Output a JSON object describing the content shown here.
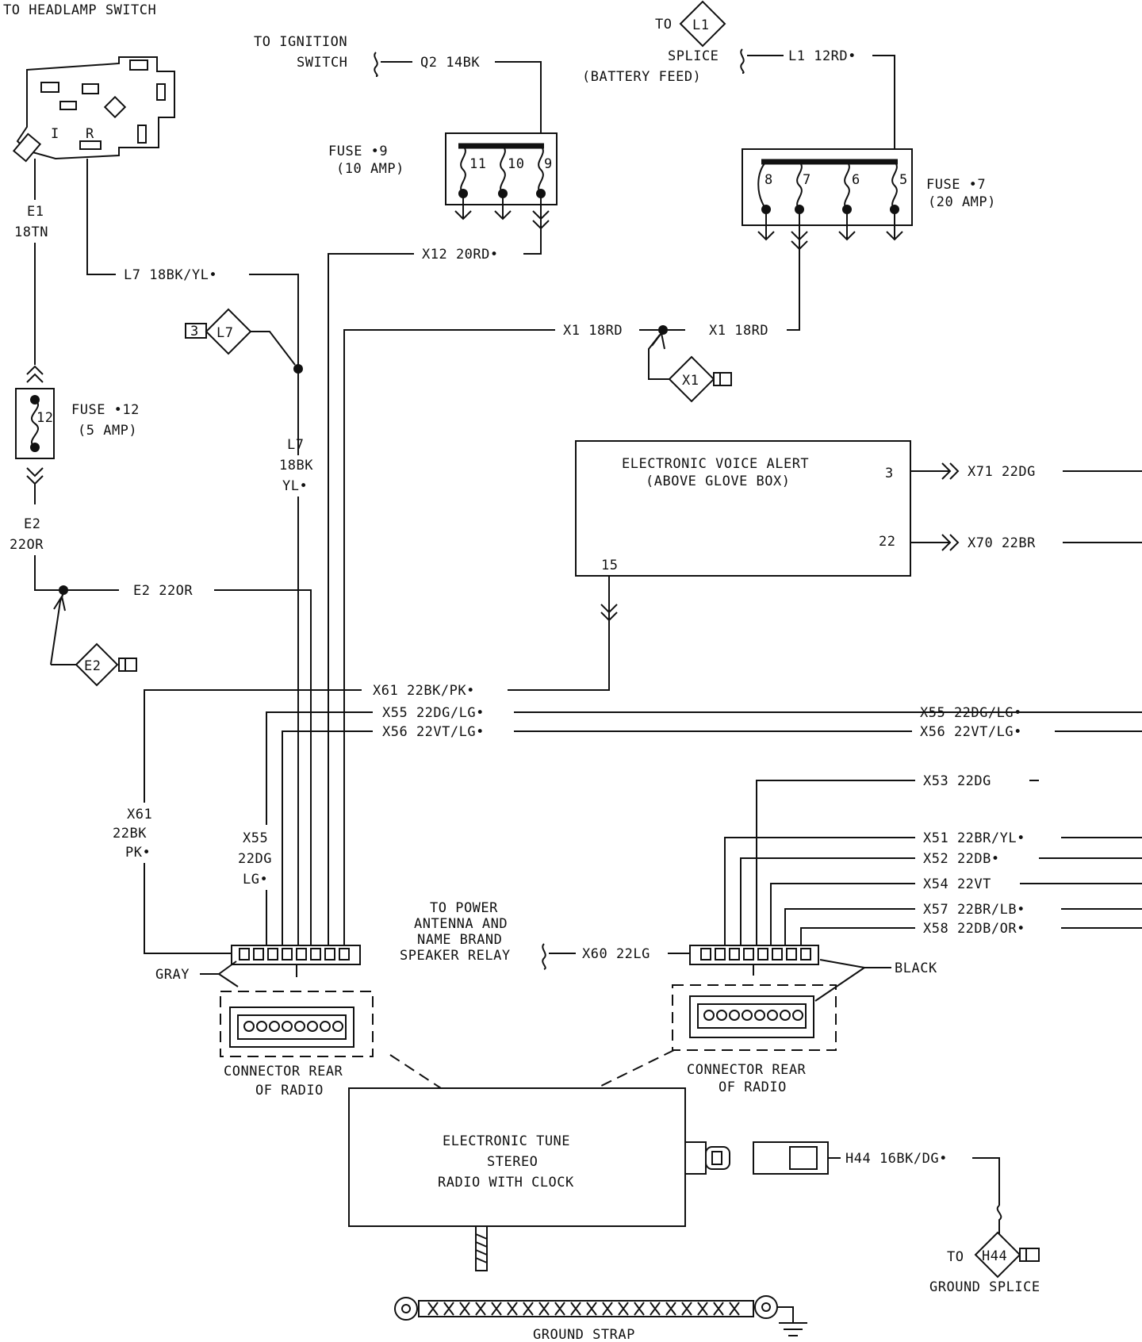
{
  "headlamp": {
    "title": "TO HEADLAMP SWITCH",
    "pin_i": "I",
    "pin_r": "R"
  },
  "ignition": {
    "line1": "TO IGNITION",
    "line2": "SWITCH",
    "wire": "Q2  14BK"
  },
  "battery": {
    "to": "TO",
    "circle": "L1",
    "splice": "SPLICE",
    "feed": "(BATTERY FEED)",
    "wire": "L1  12RD•"
  },
  "fuse9": {
    "name": "FUSE •9",
    "amp": "(10 AMP)",
    "pins": [
      "11",
      "10",
      "9"
    ]
  },
  "fuse7": {
    "name": "FUSE •7",
    "amp": "(20 AMP)",
    "pins": [
      "8",
      "7",
      "6",
      "5"
    ]
  },
  "fuse12": {
    "name": "FUSE •12",
    "amp": "(5 AMP)",
    "pin": "12"
  },
  "e1": {
    "line1": "E1",
    "line2": "18TN"
  },
  "l7": {
    "horiz": "L7  18BK/YL•",
    "v1": "L7",
    "v2": "18BK",
    "v3": "YL•",
    "conn_num": "3",
    "conn": "L7"
  },
  "x12": {
    "wire": "X12  20RD•"
  },
  "x1": {
    "left": "X1  18RD",
    "right": "X1  18RD",
    "conn": "X1"
  },
  "e2": {
    "v1": "E2",
    "v2": "22OR",
    "horiz": "E2  22OR",
    "conn": "E2"
  },
  "eva": {
    "line1": "ELECTRONIC VOICE ALERT",
    "line2": "(ABOVE GLOVE BOX)",
    "pin3": "3",
    "pin22": "22",
    "pin15": "15",
    "x71": "X71  22DG",
    "x70": "X70  22BR"
  },
  "x61": {
    "horiz": "X61  22BK/PK•",
    "v1": "X61",
    "v2": "22BK",
    "v3": "PK•"
  },
  "x55": {
    "mid": "X55  22DG/LG•",
    "right": "X55  22DG/LG•",
    "v1": "X55",
    "v2": "22DG",
    "v3": "LG•"
  },
  "x56": {
    "mid": "X56  22VT/LG•",
    "right": "X56  22VT/LG•"
  },
  "right_wires": [
    "X53  22DG",
    "X51  22BR/YL•",
    "X52  22DB•",
    "X54  22VT",
    "X57  22BR/LB•",
    "X58  22DB/OR•"
  ],
  "power_antenna": {
    "l1": "TO POWER",
    "l2": "ANTENNA AND",
    "l3": "NAME BRAND",
    "l4": "SPEAKER RELAY",
    "wire": "X60  22LG"
  },
  "gray": "GRAY",
  "black": "BLACK",
  "conn_left": {
    "l1": "CONNECTOR REAR",
    "l2": "OF RADIO"
  },
  "conn_right": {
    "l1": "CONNECTOR REAR",
    "l2": "OF RADIO"
  },
  "radio": {
    "l1": "ELECTRONIC TUNE",
    "l2": "STEREO",
    "l3": "RADIO WITH CLOCK"
  },
  "h44": {
    "wire": "H44  16BK/DG•",
    "to": "TO",
    "conn": "H44",
    "splice": "GROUND SPLICE"
  },
  "ground_strap": "GROUND STRAP"
}
